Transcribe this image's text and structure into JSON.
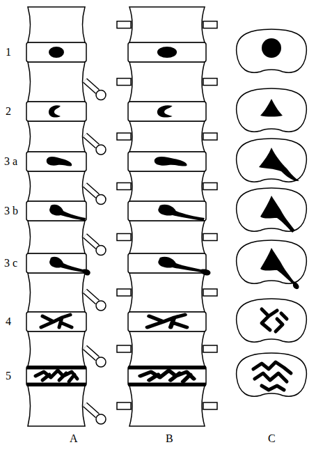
{
  "diagram": {
    "labels": [
      "1",
      "2",
      "3 a",
      "3 b",
      "3 c",
      "4",
      "5",
      "A",
      "B",
      "C"
    ]
  }
}
